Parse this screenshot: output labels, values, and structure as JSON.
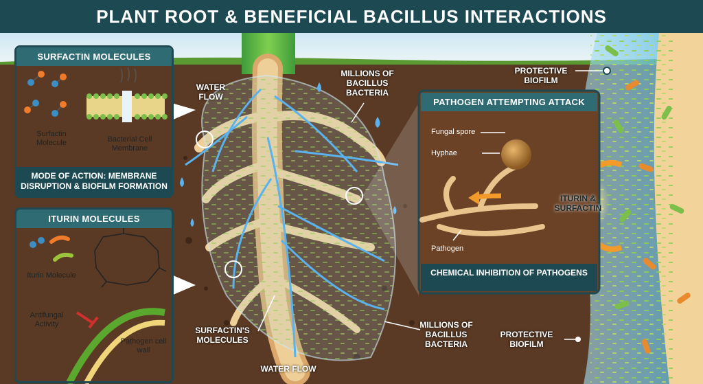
{
  "title": "PLANT ROOT & BENEFICIAL BACILLUS INTERACTIONS",
  "surfactin_panel": {
    "heading": "SURFACTIN MOLECULES",
    "molecule_label": "Surfactin Molecule",
    "membrane_label": "Bacterial Cell Membrane",
    "footer": "MODE OF ACTION: MEMBRANE DISRUPTION & BIOFILM FORMATION"
  },
  "iturin_panel": {
    "heading": "ITURIN MOLECULES",
    "molecule_label": "Iturin Molecule",
    "antifungal_label": "Antifungal Activity",
    "cellwall_label": "Pathogen cell wall"
  },
  "pathogen_panel": {
    "heading": "PATHOGEN ATTEMPTING ATTACK",
    "spore_label": "Fungal spore",
    "hyphae_label": "Hyphae",
    "pathogen_label": "Pathogen",
    "footer": "CHEMICAL INHIBITION OF PATHOGENS"
  },
  "callouts": {
    "water_flow_top": "WATER FLOW",
    "bacteria_top": "MILLIONS OF BACILLUS BACTERIA",
    "surfactins": "SURFACTIN'S MOLECULES",
    "water_flow_bottom": "WATER FLOW",
    "bacteria_bottom": "MILLIONS OF BACILLUS BACTERIA",
    "biofilm_top": "PROTECTIVE BIOFILM",
    "biofilm_bottom": "PROTECTIVE BIOFILM",
    "iturin_surfactin": "ITURIN & SURFACTIN"
  },
  "colors": {
    "soil": "#5a3a24",
    "panel_header": "#2e6b73",
    "panel_footer": "#1d4a52",
    "root": "#e9c48c",
    "water": "#4aa3df",
    "bacteria_green": "#7cbf4a",
    "bacteria_orange": "#e88a2e"
  }
}
